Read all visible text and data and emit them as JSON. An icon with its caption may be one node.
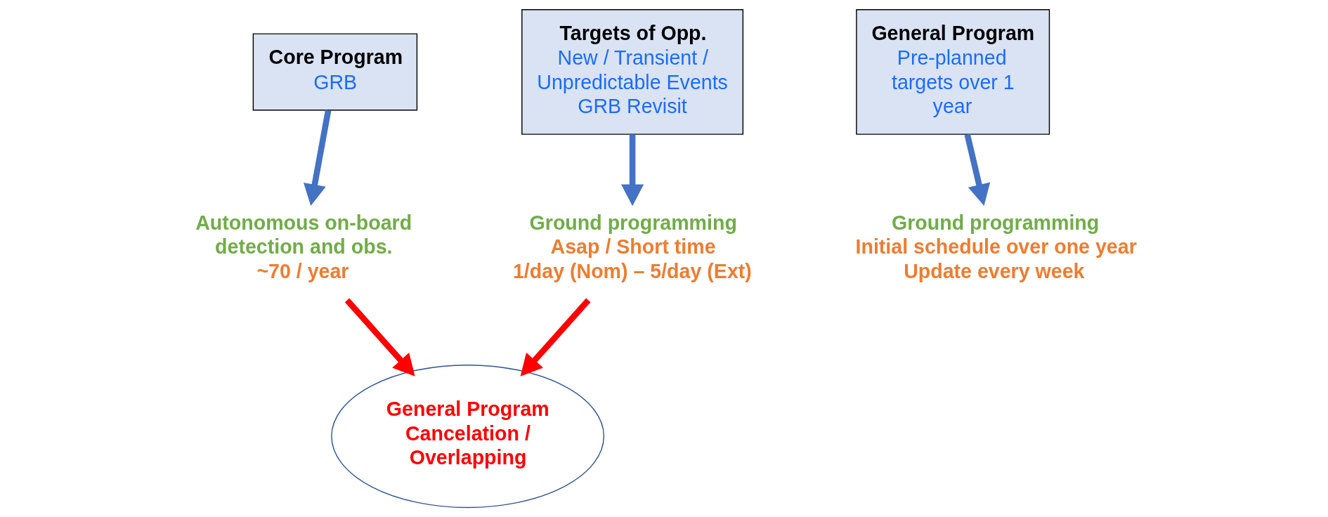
{
  "diagram": {
    "nodes": [
      {
        "text": [
          "Core Program",
          "GRB"
        ]
      },
      {
        "text": [
          "Targets of Opp.",
          "New / Transient / Unpredictable Events GRB Revisit"
        ]
      },
      {
        "text": [
          "General Program",
          "Pre-planned targets over 1 year"
        ]
      },
      {
        "text": [
          "Autonomous on-board detection and obs.",
          "~70 / year"
        ]
      },
      {
        "text": [
          "Ground programming",
          "Asap / Short time",
          "1/day (Nom) – 5/day (Ext)"
        ]
      },
      {
        "text": [
          "Ground programming",
          "Initial schedule over one year",
          "Update every week"
        ]
      },
      {
        "text": [
          "General Program Cancelation / Overlapping"
        ]
      }
    ],
    "edges": [
      {
        "from": 0,
        "to": 3,
        "arrow": "to"
      },
      {
        "from": 1,
        "to": 4,
        "arrow": "to"
      },
      {
        "from": 2,
        "to": 5,
        "arrow": "to"
      },
      {
        "from": 4,
        "to": 6,
        "arrow": "to",
        "color": "#ff0000"
      },
      {
        "from": 3,
        "to": 6,
        "arrow": "to",
        "color": "#ff0000"
      }
    ]
  }
}
